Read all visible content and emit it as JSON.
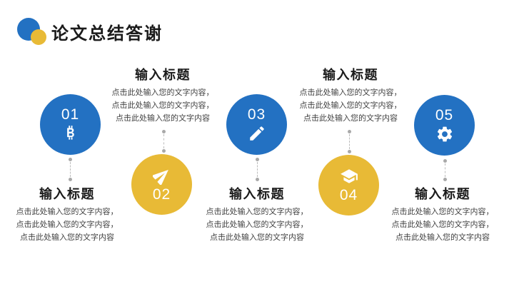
{
  "header": {
    "title": "论文总结答谢"
  },
  "colors": {
    "blue": "#2371c2",
    "yellow": "#e8ba36",
    "title_text": "#1b1b1b",
    "body_text": "#424242",
    "connector_line": "#bdbdbd",
    "connector_dot": "#a9a9a9"
  },
  "steps": [
    {
      "number": "01",
      "icon": "bitcoin-icon",
      "color": "blue"
    },
    {
      "number": "02",
      "icon": "paper-plane-icon",
      "color": "yellow"
    },
    {
      "number": "03",
      "icon": "pencil-icon",
      "color": "blue"
    },
    {
      "number": "04",
      "icon": "graduation-cap-icon",
      "color": "yellow"
    },
    {
      "number": "05",
      "icon": "gear-icon",
      "color": "blue"
    }
  ],
  "text_blocks": {
    "top": [
      {
        "title": "输入标题",
        "lines": [
          "点击此处输入您的文字内容，",
          "点击此处输入您的文字内容，",
          "点击此处输入您的文字内容"
        ]
      },
      {
        "title": "输入标题",
        "lines": [
          "点击此处输入您的文字内容，",
          "点击此处输入您的文字内容，",
          "点击此处输入您的文字内容"
        ]
      }
    ],
    "bottom": [
      {
        "title": "输入标题",
        "lines": [
          "点击此处输入您的文字内容，",
          "点击此处输入您的文字内容，",
          "点击此处输入您的文字内容"
        ]
      },
      {
        "title": "输入标题",
        "lines": [
          "点击此处输入您的文字内容，",
          "点击此处输入您的文字内容，",
          "点击此处输入您的文字内容"
        ]
      },
      {
        "title": "输入标题",
        "lines": [
          "点击此处输入您的文字内容，",
          "点击此处输入您的文字内容，",
          "点击此处输入您的文字内容"
        ]
      }
    ]
  }
}
